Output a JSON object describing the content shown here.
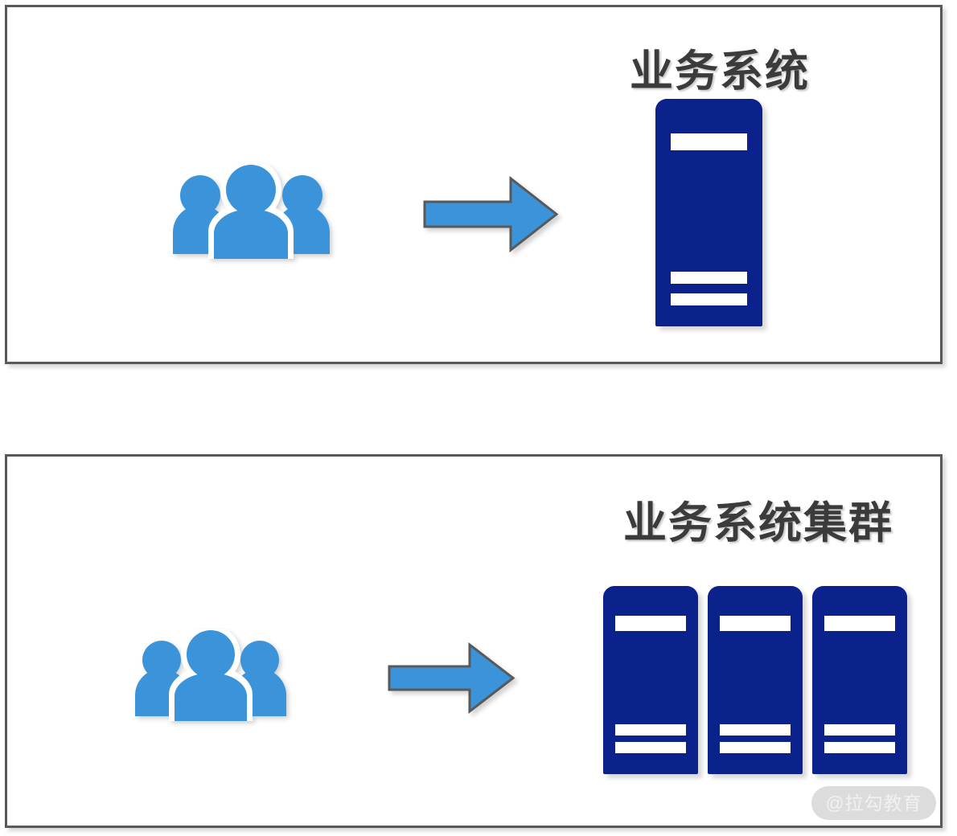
{
  "diagram": {
    "panels": [
      {
        "id": "single-server",
        "title": "业务系统",
        "actor_icon": "people-group-icon",
        "flow_icon": "right-arrow-icon",
        "server_count": 1,
        "server_icon": "server-rack-icon"
      },
      {
        "id": "server-cluster",
        "title": "业务系统集群",
        "actor_icon": "people-group-icon",
        "flow_icon": "right-arrow-icon",
        "server_count": 3,
        "server_icon": "server-rack-icon"
      }
    ]
  },
  "watermark": {
    "text": "@拉勾教育"
  },
  "colors": {
    "accent_blue": "#3b94d9",
    "server_navy": "#0b218b",
    "outline_gray": "#595959",
    "title_gray": "#3b3b3b",
    "panel_background": "#ffffff",
    "watermark_pill": "#dcdcdc",
    "watermark_text": "#f1f1f1"
  }
}
